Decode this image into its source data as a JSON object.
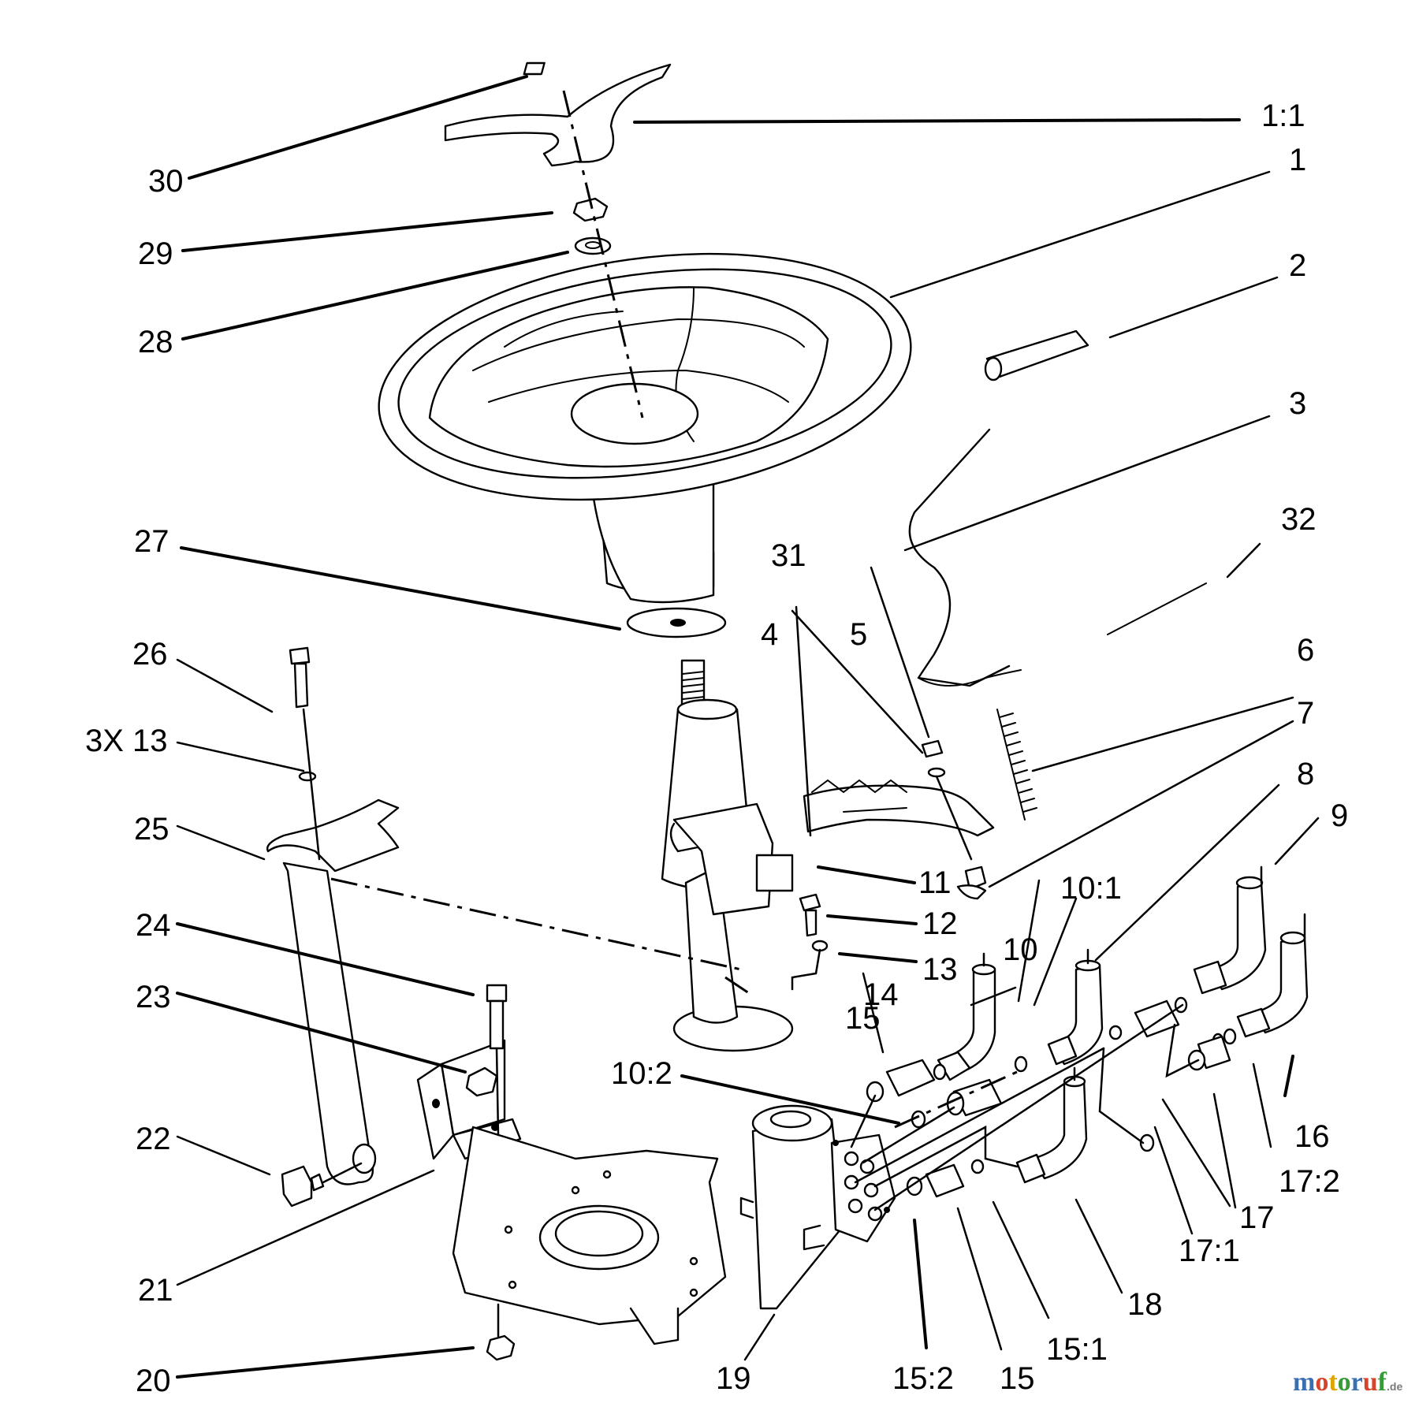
{
  "labels": {
    "l30": "30",
    "l29": "29",
    "l28": "28",
    "l27": "27",
    "l26": "26",
    "l3x13": "3X 13",
    "l25": "25",
    "l24": "24",
    "l23": "23",
    "l22": "22",
    "l21": "21",
    "l20": "20",
    "l19": "19",
    "l1_1": "1:1",
    "l1": "1",
    "l2": "2",
    "l3": "3",
    "l32": "32",
    "l31": "31",
    "l4": "4",
    "l5": "5",
    "l6": "6",
    "l7": "7",
    "l8": "8",
    "l9": "9",
    "l11": "11",
    "l12": "12",
    "l13": "13",
    "l10_1": "10:1",
    "l10": "10",
    "l14": "14",
    "l15a": "15",
    "l10_2": "10:2",
    "l16": "16",
    "l17_2": "17:2",
    "l17": "17",
    "l17_1": "17:1",
    "l18": "18",
    "l15_1": "15:1",
    "l15b": "15",
    "l15_2": "15:2"
  },
  "watermark": {
    "prefix": "moto",
    "middle": "ruf",
    "suffix": ".de",
    "colors": {
      "m": "#3a6fb0",
      "o1": "#d6452b",
      "t": "#e0a400",
      "o2": "#3a9a3a",
      "r": "#3a6fb0",
      "u": "#d6452b",
      "f": "#3a9a3a"
    }
  }
}
